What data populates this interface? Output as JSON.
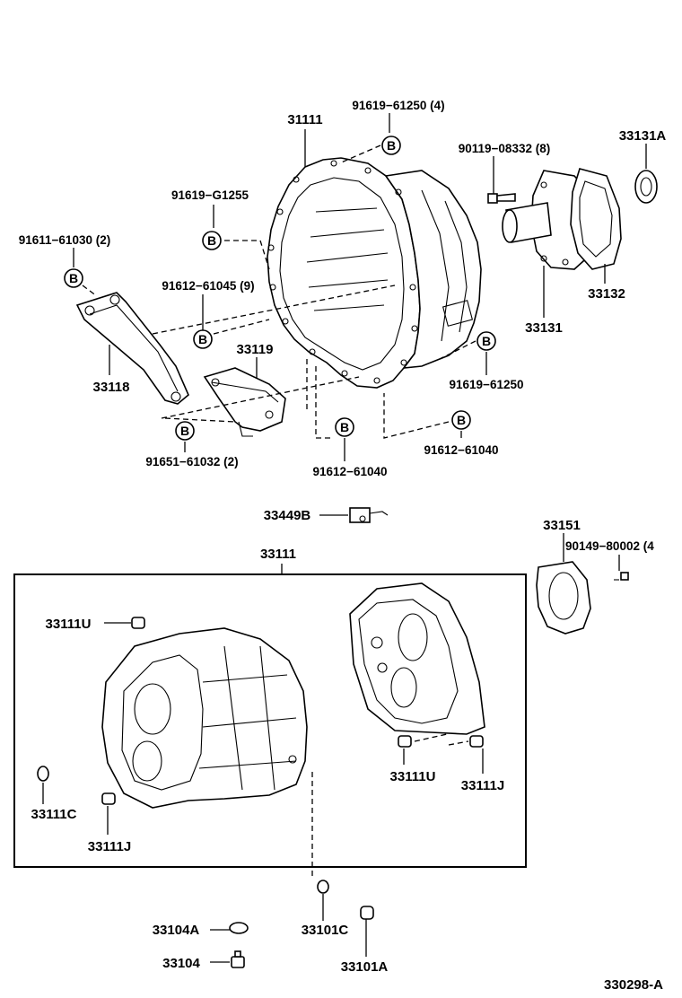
{
  "diagram_id": "330298-A",
  "bolt_marker": "B",
  "labels": {
    "p31111_top": "31111",
    "p91619_61250_4": "91619−61250 (4)",
    "p33131A": "33131A",
    "p90119_08332_8": "90119−08332 (8)",
    "p91619_G1255": "91619−G1255",
    "p91611_61030_2": "91611−61030 (2)",
    "p91612_61045_9": "91612−61045 (9)",
    "p33132": "33132",
    "p33131": "33131",
    "p33119": "33119",
    "p33118": "33118",
    "p91619_61250": "91619−61250",
    "p91651_61032_2": "91651−61032 (2)",
    "p91612_61040_a": "91612−61040",
    "p91612_61040_b": "91612−61040",
    "p33449B": "33449B",
    "p33151": "33151",
    "p90149_80002_4": "90149−80002 (4",
    "p33111_box": "33111",
    "p33111U_a": "33111U",
    "p33111U_b": "33111U",
    "p33111J_a": "33111J",
    "p33111J_b": "33111J",
    "p33111C": "33111C",
    "p33104A": "33104A",
    "p33104": "33104",
    "p33101C": "33101C",
    "p33101A": "33101A"
  }
}
